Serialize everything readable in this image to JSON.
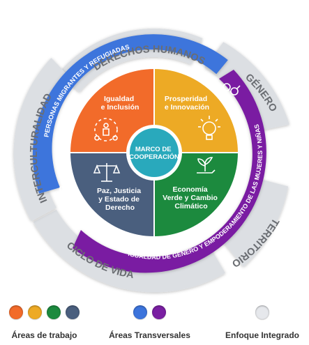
{
  "outer_ring": {
    "segments": [
      {
        "label": "DERECHOS HUMANOS"
      },
      {
        "label": "GÉNERO"
      },
      {
        "label": "TERRITORIO"
      },
      {
        "label": "CICLO DE VIDA"
      },
      {
        "label": "INTERCULTURALIDAD"
      }
    ]
  },
  "transversal_ring": {
    "blue_label": "PERSONAS MIGRANTES Y REFUGIADAS",
    "purple_label": "IGUALDAD DE GÉNERO Y EMPODERAMIENTO DE LAS MUJERES Y NIÑAS"
  },
  "quadrants": {
    "top_left": {
      "line1": "Igualdad",
      "line2": "e Inclusión",
      "color": "#F26B2A"
    },
    "top_right": {
      "line1": "Prosperidad",
      "line2": "e Innovación",
      "color": "#EDAA25"
    },
    "bottom_right": {
      "line1": "Economía",
      "line2": "Verde y Cambio",
      "line3": "Climático",
      "color": "#1C8A3E"
    },
    "bottom_left": {
      "line1": "Paz, Justicia",
      "line2": "y Estado de",
      "line3": "Derecho",
      "color": "#4A5F7E"
    }
  },
  "center": {
    "line1": "MARCO DE",
    "line2": "COOPERACIÓN",
    "color": "#29A9BC"
  },
  "legend": {
    "work_areas": {
      "label": "Áreas de trabajo",
      "colors": [
        "#F26B2A",
        "#EDAA25",
        "#1C8A3E",
        "#4A5F7E"
      ]
    },
    "transversal": {
      "label": "Áreas Transversales",
      "colors": [
        "#3C74DC",
        "#7A1FA2"
      ]
    },
    "integrated": {
      "label": "Enfoque Integrado",
      "colors": [
        "#E6E8EC"
      ]
    }
  },
  "colors": {
    "outer_gray": "#DCDFE3",
    "outer_text": "#6A6D72",
    "blue": "#3C74DC",
    "purple": "#7A1FA2"
  }
}
